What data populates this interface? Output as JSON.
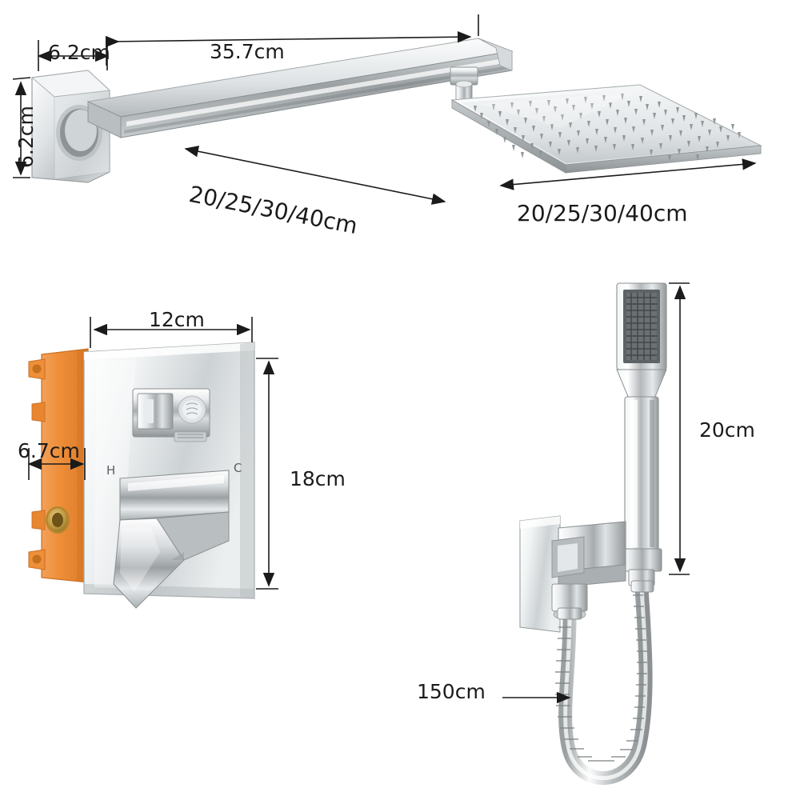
{
  "diagram": {
    "title": "Wall-mounted rain shower system dimension diagram",
    "background": "#ffffff",
    "label_color": "#1b1b1b",
    "chrome_light": "#fdfdfd",
    "chrome_mid": "#c9ccce",
    "chrome_dark": "#8d9294",
    "chrome_shadow": "#6d7274",
    "valve_body_color": "#f0923c",
    "valve_body_dark": "#d8772a",
    "brass_color": "#caa24a"
  },
  "labels": {
    "arm_offset": "6.2cm",
    "arm_length": "35.7cm",
    "plate_height": "6.2cm",
    "head_size_left": "20/25/30/40cm",
    "head_size_right": "20/25/30/40cm",
    "valve_width": "12cm",
    "valve_depth": "6.7cm",
    "valve_height": "18cm",
    "wand_length": "20cm",
    "hose_length": "150cm",
    "hot_mark": "H",
    "cold_mark": "C"
  },
  "parts": {
    "wall_plate": "wall-mounting-plate",
    "shower_arm": "shower-arm",
    "shower_head": "square-rain-shower-head",
    "valve_trim": "concealed-valve-trim-plate",
    "valve_body": "rough-in-valve-body",
    "diverter_knob": "diverter-knob",
    "mixer_handle": "mixer-lever-handle",
    "hand_shower": "hand-shower-wand",
    "hand_holder": "hand-shower-wall-holder",
    "hose": "flexible-metal-hose"
  }
}
